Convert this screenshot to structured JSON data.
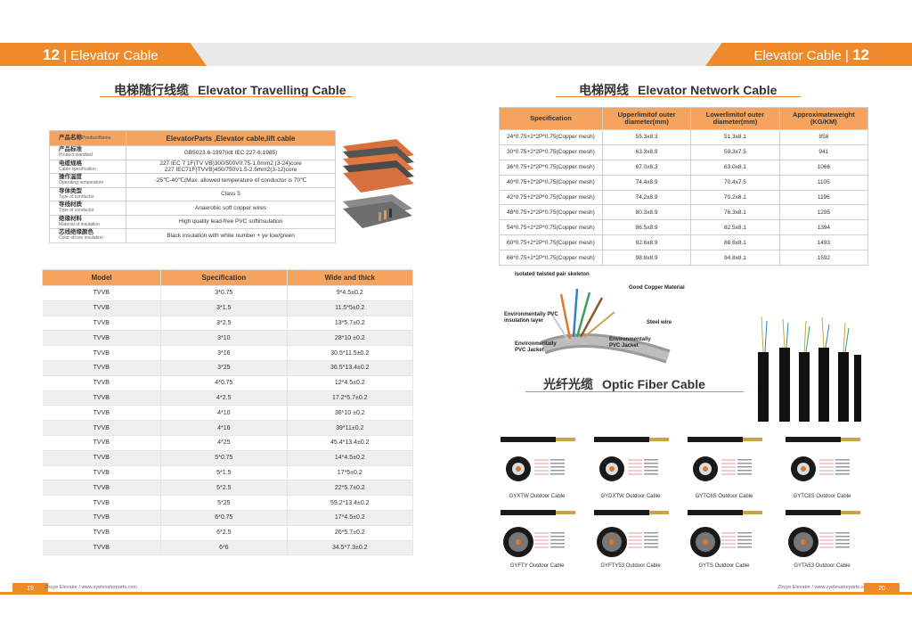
{
  "header": {
    "left_num": "12",
    "left_title": "Elevator Cable",
    "right_title": "Elevator Cable",
    "right_num": "12",
    "accent": "#ef8a2a"
  },
  "travelling": {
    "title_cn": "电梯随行线缆",
    "title_en": "Elevator Travelling Cable",
    "spec_rows": [
      {
        "cn": "产品名称",
        "en": "ProductName",
        "value": "ElevatorParts ,Elevator cable,lift cable"
      },
      {
        "cn": "产品标准",
        "en": "Product standard",
        "value": "GB5023.6-1997(idt IEC 227-6:1985)"
      },
      {
        "cn": "电缆规格",
        "en": "Cable specification",
        "value": "227 IEC 7 1F(TV VB)300/500V0.75-1.0mm2 (3-24)core\n227 IEC71F(TVVB)450/750V1.5-2.5mm2(3-12)core"
      },
      {
        "cn": "操作温度",
        "en": "Operating temperature",
        "value": "-25℃-40℃(Max. allowed temperature of conductor is 70℃"
      },
      {
        "cn": "导体类型",
        "en": "Type of conductor",
        "value": "Class 5"
      },
      {
        "cn": "导线材质",
        "en": "Type of conductor",
        "value": "Anaerobic soft copper wires"
      },
      {
        "cn": "绝缘材料",
        "en": "Material of insulation",
        "value": "High quality lead-free PVC softinsulation"
      },
      {
        "cn": "芯线绝缘颜色",
        "en": "Color ofcore insulation",
        "value": "Black insulation with white number + ye low/green"
      }
    ],
    "model_headers": [
      "Model",
      "Specification",
      "Wide and thick"
    ],
    "model_rows": [
      [
        "TVVB",
        "3*0.75",
        "9*4.5±0.2"
      ],
      [
        "TVVB",
        "3*1.5",
        "11.5*5±0.2"
      ],
      [
        "TVVB",
        "3*2.5",
        "13*5.7±0.2"
      ],
      [
        "TVVB",
        "3*10",
        "28*10 ±0.2"
      ],
      [
        "TVVB",
        "3*16",
        "30.5*11.5±0.2"
      ],
      [
        "TVVB",
        "3*25",
        "36.5*13.4±0.2"
      ],
      [
        "TVVB",
        "4*0.75",
        "12*4.5±0.2"
      ],
      [
        "TVVB",
        "4*2.5",
        "17.2*5.7±0.2"
      ],
      [
        "TVVB",
        "4*10",
        "36*10 ±0.2"
      ],
      [
        "TVVB",
        "4*16",
        "39*11±0.2"
      ],
      [
        "TVVB",
        "4*25",
        "45.4*13.4±0.2"
      ],
      [
        "TVVB",
        "5*0.75",
        "14*4.5±0.2"
      ],
      [
        "TVVB",
        "5*1.5",
        "17*5±0.2"
      ],
      [
        "TVVB",
        "5*2.5",
        "22*5.7±0.2"
      ],
      [
        "TVVB",
        "5*25",
        "59.2*13.4±0.2"
      ],
      [
        "TVVB",
        "6*0.75",
        "17*4.5±0.2"
      ],
      [
        "TVVB",
        "6*2.5",
        "26*5.7±0.2"
      ],
      [
        "TVVB",
        "6*6",
        "34.5*7.3±0.2"
      ]
    ]
  },
  "network": {
    "title_cn": "电梯网线",
    "title_en": "Elevator Network Cable",
    "headers": [
      "Specification",
      "Upperlimitof outer diameter(mm)",
      "Lowerlimitof outer diameter(mm)",
      "Approximateweight (KG/KM)"
    ],
    "rows": [
      [
        "24*0.75+2*2P*0.75(Copper mesh)",
        "55.3x8.3",
        "51.3x8.1",
        "858"
      ],
      [
        "30*0.75+2*2P*0.75(Copper mesh)",
        "63.3x8.9",
        "59.3x7.5",
        "941"
      ],
      [
        "36*0.75+2*2P*0.75(Copper mesh)",
        "67.0x8.3",
        "63.0x8.1",
        "1066"
      ],
      [
        "40*0.75+2*2P*0.75(Copper mesh)",
        "74.4x8.9",
        "70.4x7.5",
        "1105"
      ],
      [
        "42*0.75+2*2P*0.75(Copper mesh)",
        "74.2x8.9",
        "70.2x8.1",
        "1196"
      ],
      [
        "48*0.75+2*2P*0.75(Copper mesh)",
        "80.3x8.9",
        "76.3x8.1",
        "1295"
      ],
      [
        "54*0.75+2*2P*0.75(Copper mesh)",
        "86.5x8.9",
        "82.5x8.1",
        "1394"
      ],
      [
        "60*0.75+2*2P*0.75(Copper mesh)",
        "92.6x8.9",
        "88.6x8.1",
        "1493"
      ],
      [
        "66*0.75+2*2P*0.75(Copper mesh)",
        "98.8x8.9",
        "94.8x8.1",
        "1592"
      ]
    ],
    "diagram_labels": {
      "twisted": "Isolated twisted pair skeleton",
      "copper": "Good Copper Material",
      "pvc_layer": "Environmentally PVC insulation layer",
      "steel": "Steel wire",
      "jacket1": "Environmentally PVC Jacket",
      "jacket2": "Environmentally PVC Jacket"
    }
  },
  "optic": {
    "title_cn": "光纤光缆",
    "title_en": "Optic Fiber Cable",
    "captions": [
      "GYXTW Outdoor Cable",
      "GYDXTW Outdoor Cable",
      "GYTC8S Outdoor Cable",
      "GYTC8S Outdoor Cable",
      "GYFTY Outdoor Cable",
      "GYFTY53 Outdoor Cable",
      "GYTS Outdoor Cable",
      "GYTA53 Outdoor Cable"
    ]
  },
  "footer": {
    "left_page": "19",
    "left_text": "Zhuye Elevator / www.zyelevatorparts.com",
    "right_text": "Zhuye Elevator / www.zyelevatorparts.com",
    "right_page": "20"
  }
}
